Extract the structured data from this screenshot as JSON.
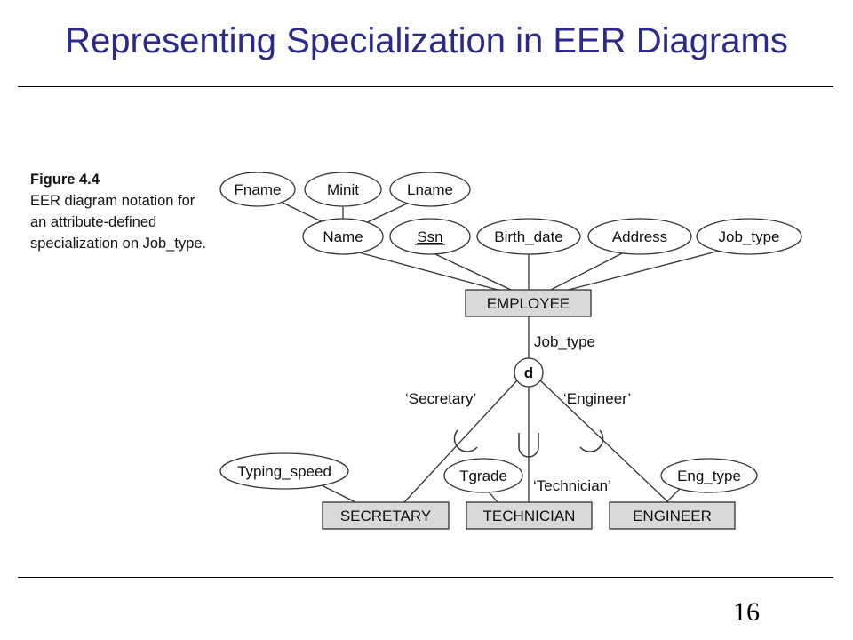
{
  "slide": {
    "title": "Representing Specialization in EER Diagrams",
    "page_number": "16"
  },
  "figure": {
    "label": "Figure 4.4",
    "caption": "EER diagram notation for an attribute-defined specialization on Job_type."
  },
  "diagram": {
    "attributes": {
      "fname": "Fname",
      "minit": "Minit",
      "lname": "Lname",
      "name": "Name",
      "ssn": "Ssn",
      "birth_date": "Birth_date",
      "address": "Address",
      "job_type": "Job_type",
      "typing_speed": "Typing_speed",
      "tgrade": "Tgrade",
      "eng_type": "Eng_type"
    },
    "entities": {
      "employee": "EMPLOYEE",
      "secretary": "SECRETARY",
      "technician": "TECHNICIAN",
      "engineer": "ENGINEER"
    },
    "specialization": {
      "symbol": "d",
      "defining_attribute": "Job_type",
      "conditions": {
        "secretary": "‘Secretary’",
        "technician": "‘Technician’",
        "engineer": "‘Engineer’"
      }
    }
  }
}
